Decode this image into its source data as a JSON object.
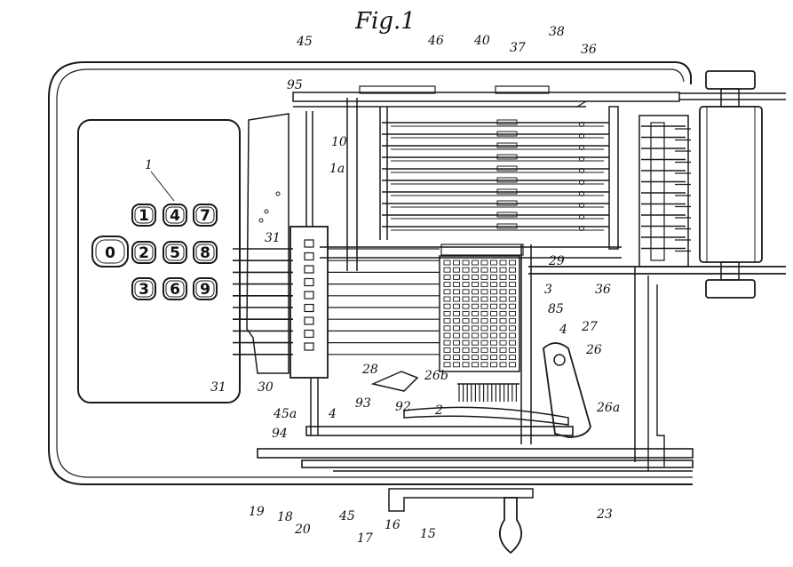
{
  "figure": {
    "title": "Fig.1",
    "keypad": {
      "keys": [
        "1",
        "2",
        "3",
        "4",
        "5",
        "6",
        "7",
        "8",
        "9"
      ],
      "zero": "0"
    },
    "labels": [
      {
        "id": "l1",
        "text": "1"
      },
      {
        "id": "l1a",
        "text": "1a"
      },
      {
        "id": "l2",
        "text": "2"
      },
      {
        "id": "l3",
        "text": "3"
      },
      {
        "id": "l4a",
        "text": "4"
      },
      {
        "id": "l4b",
        "text": "4"
      },
      {
        "id": "l10",
        "text": "10"
      },
      {
        "id": "l15",
        "text": "15"
      },
      {
        "id": "l16",
        "text": "16"
      },
      {
        "id": "l17",
        "text": "17"
      },
      {
        "id": "l18",
        "text": "18"
      },
      {
        "id": "l19",
        "text": "19"
      },
      {
        "id": "l20",
        "text": "20"
      },
      {
        "id": "l23",
        "text": "23"
      },
      {
        "id": "l26",
        "text": "26"
      },
      {
        "id": "l26a",
        "text": "26a"
      },
      {
        "id": "l26b",
        "text": "26b"
      },
      {
        "id": "l27",
        "text": "27"
      },
      {
        "id": "l28",
        "text": "28"
      },
      {
        "id": "l29",
        "text": "29"
      },
      {
        "id": "l30",
        "text": "30"
      },
      {
        "id": "l31a",
        "text": "31"
      },
      {
        "id": "l31b",
        "text": "31"
      },
      {
        "id": "l36a",
        "text": "36"
      },
      {
        "id": "l36b",
        "text": "36"
      },
      {
        "id": "l37",
        "text": "37"
      },
      {
        "id": "l38",
        "text": "38"
      },
      {
        "id": "l40",
        "text": "40"
      },
      {
        "id": "l45a",
        "text": "45"
      },
      {
        "id": "l45b",
        "text": "45"
      },
      {
        "id": "l45c",
        "text": "45a"
      },
      {
        "id": "l46",
        "text": "46"
      },
      {
        "id": "l85",
        "text": "85"
      },
      {
        "id": "l92",
        "text": "92"
      },
      {
        "id": "l93",
        "text": "93"
      },
      {
        "id": "l94",
        "text": "94"
      },
      {
        "id": "l95",
        "text": "95"
      }
    ]
  }
}
